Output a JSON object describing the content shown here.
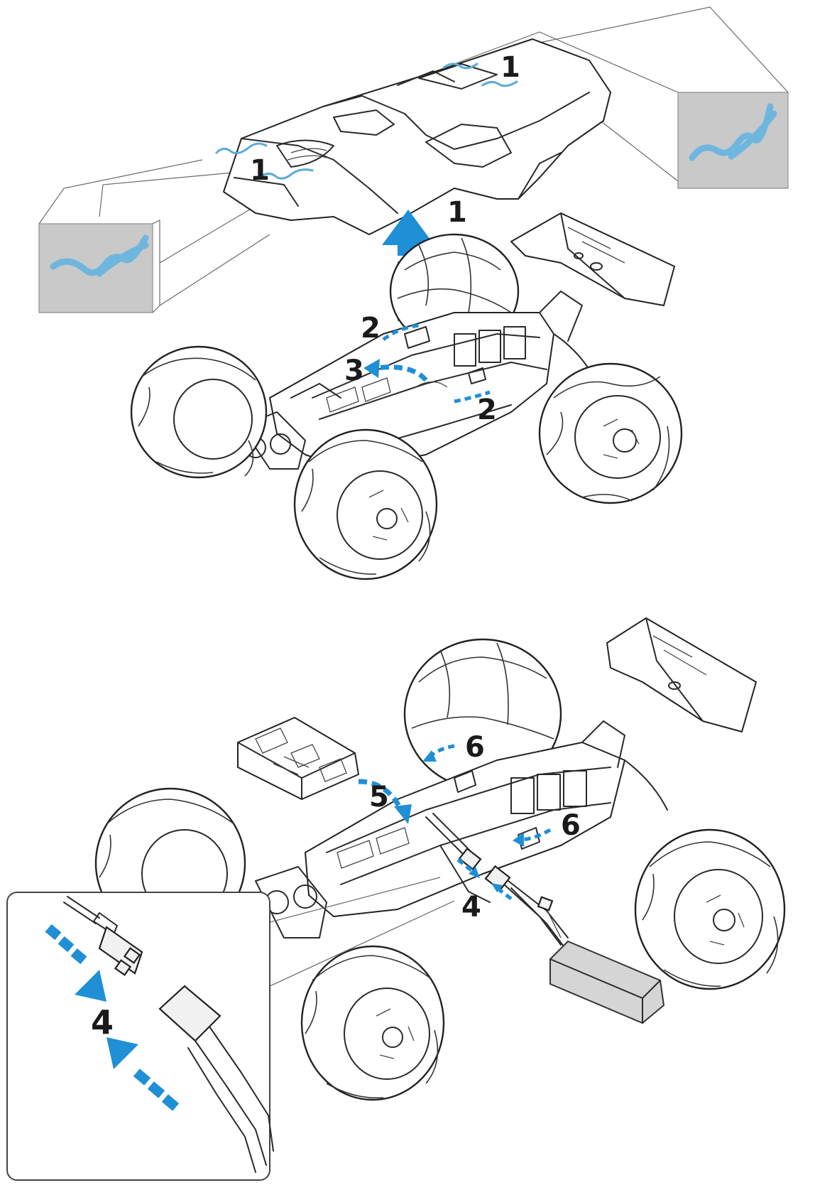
{
  "steps": {
    "clip_left": "1",
    "clip_right": "1",
    "body_lift": "1",
    "latch_a": "2",
    "latch_b": "2",
    "slide": "3",
    "connect_main": "4",
    "connect_inset": "4",
    "cover_place": "5",
    "latch_c": "6",
    "latch_d": "6"
  },
  "colors": {
    "arrow_blue": "#1f8fd6",
    "clip_blue": "#6fb6df",
    "callout_grey": "#c9c9c9",
    "line": "#2a2a2a"
  },
  "icons": {
    "body_clip": "r-clip-icon",
    "lift_arrow": "up-arrow-icon",
    "curved_arrow": "curved-arrow-icon",
    "battery": "battery-pack-icon",
    "connector": "plug-connector-icon"
  }
}
